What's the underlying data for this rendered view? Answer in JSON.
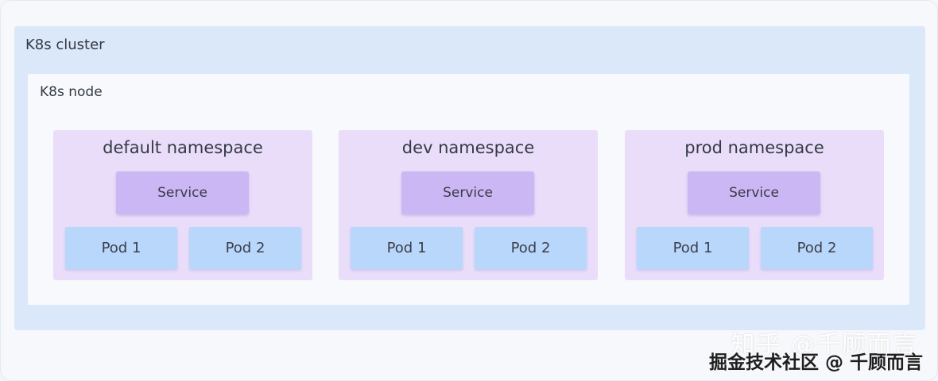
{
  "cluster": {
    "label": "K8s cluster"
  },
  "node": {
    "label": "K8s node"
  },
  "namespaces": [
    {
      "title": "default namespace",
      "service": "Service",
      "pods": [
        "Pod 1",
        "Pod 2"
      ]
    },
    {
      "title": "dev namespace",
      "service": "Service",
      "pods": [
        "Pod 1",
        "Pod 2"
      ]
    },
    {
      "title": "prod namespace",
      "service": "Service",
      "pods": [
        "Pod 1",
        "Pod 2"
      ]
    }
  ],
  "watermarks": {
    "zhihu": "知乎 @千顾而言",
    "juejin": "掘金技术社区 @ 千顾而言"
  },
  "colors": {
    "cluster_bg": "#dbe8f9",
    "node_bg": "#f7f9fc",
    "namespace_bg": "#e9ddfa",
    "service_bg": "#cbb7f3",
    "pod_bg": "#b9d6fb"
  }
}
